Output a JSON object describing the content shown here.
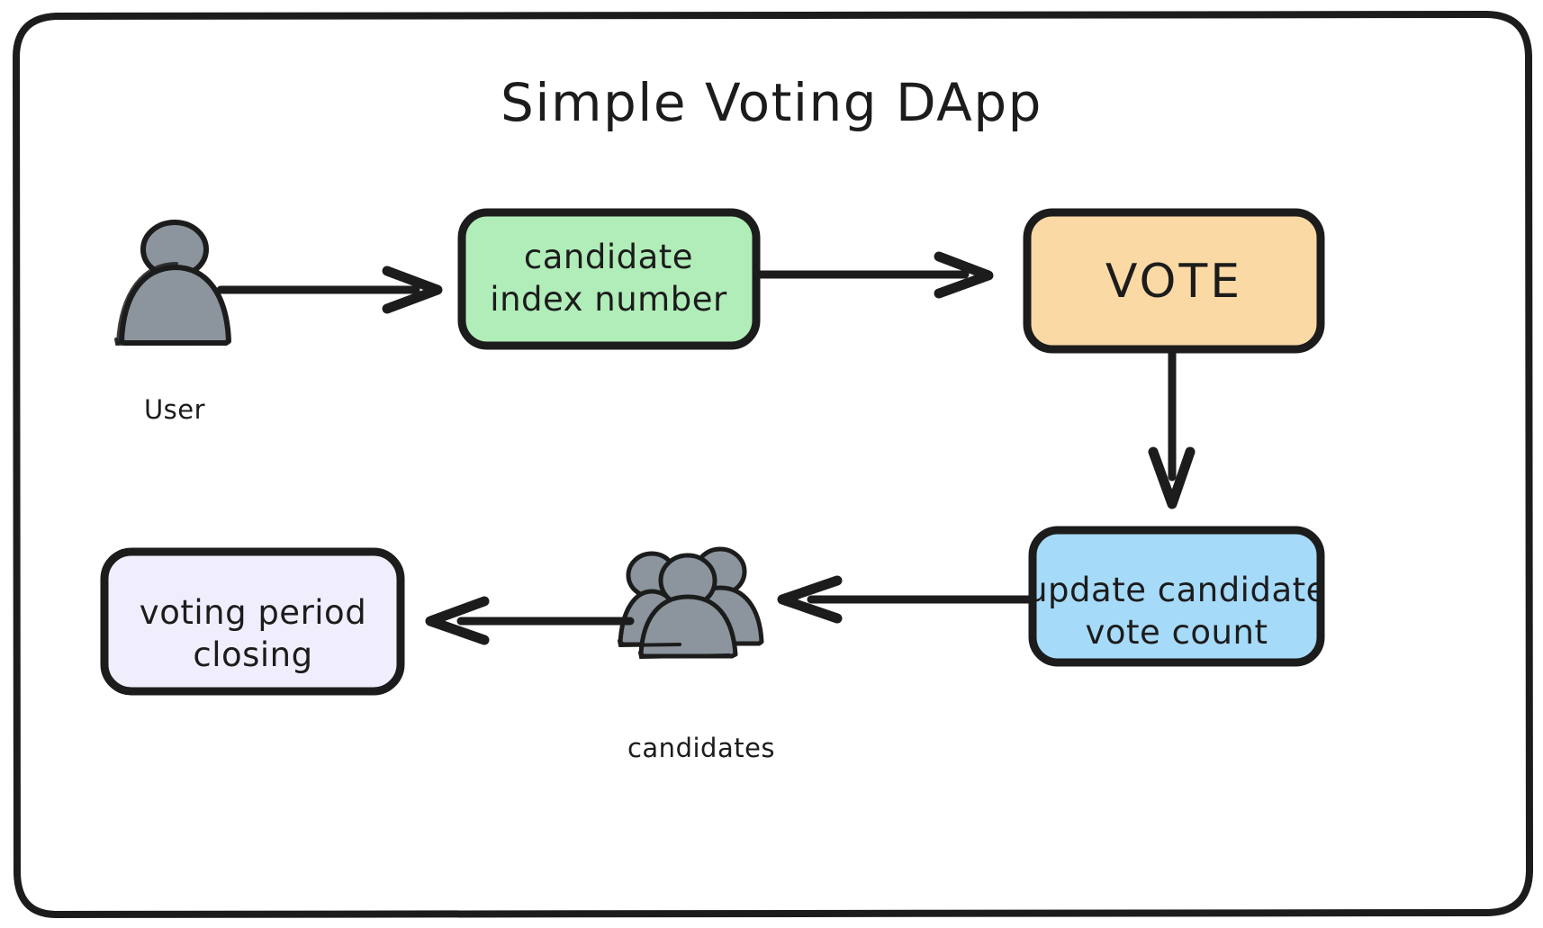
{
  "diagram": {
    "title": "Simple Voting DApp",
    "frame": {
      "name": "outer-frame",
      "stroke": "#1c1c1c",
      "fill": "#ffffff"
    },
    "colors": {
      "ink": "#1c1c1c",
      "green_fill": "#b1edb9",
      "orange_fill": "#fbd9a5",
      "blue_fill": "#a6daf9",
      "lavender_fill": "#f0eefc",
      "person_gray": "#8c959d",
      "canvas": "#ffffff"
    },
    "nodes": [
      {
        "id": "user",
        "type": "icon",
        "icon": "single-person-icon",
        "caption": "User"
      },
      {
        "id": "candidate-index",
        "type": "box",
        "fill": "#b1edb9",
        "lines": [
          "candidate",
          "index number"
        ]
      },
      {
        "id": "vote",
        "type": "box",
        "fill": "#fbd9a5",
        "lines": [
          "VOTE"
        ]
      },
      {
        "id": "update-count",
        "type": "box",
        "fill": "#a6daf9",
        "lines": [
          "update candidate",
          "vote count"
        ]
      },
      {
        "id": "candidates-group",
        "type": "icon",
        "icon": "group-of-people-icon",
        "caption": "candidates"
      },
      {
        "id": "voting-period-closing",
        "type": "box",
        "fill": "#f0eefc",
        "lines": [
          "voting period",
          "closing"
        ]
      }
    ],
    "edges": [
      {
        "id": "edge-user-to-candidate",
        "from": "user",
        "to": "candidate-index",
        "direction": "right"
      },
      {
        "id": "edge-candidate-to-vote",
        "from": "candidate-index",
        "to": "vote",
        "direction": "right"
      },
      {
        "id": "edge-vote-to-update",
        "from": "vote",
        "to": "update-count",
        "direction": "down"
      },
      {
        "id": "edge-update-to-candidates",
        "from": "update-count",
        "to": "candidates-group",
        "direction": "left"
      },
      {
        "id": "edge-candidates-to-closing",
        "from": "candidates-group",
        "to": "voting-period-closing",
        "direction": "left"
      }
    ]
  }
}
